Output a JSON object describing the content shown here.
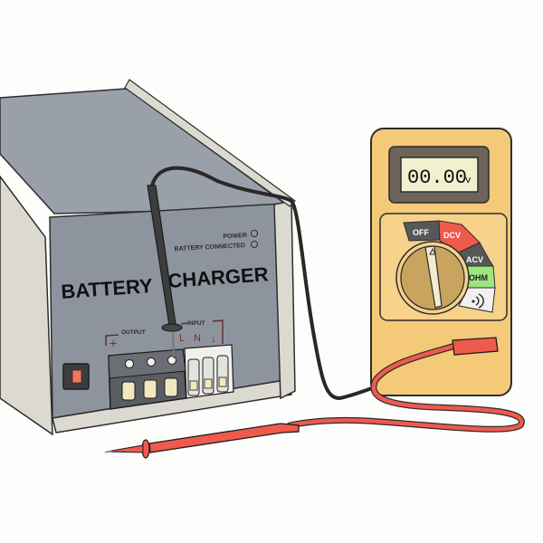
{
  "scene": {
    "background_color": "#fdfdfb"
  },
  "charger": {
    "title_left": "BATTERY",
    "title_right": "CHARGER",
    "indicators": [
      {
        "label": "POWER",
        "state": "off"
      },
      {
        "label": "BATTERY CONNECTED",
        "state": "off"
      }
    ],
    "terminal_labels": {
      "output": "OUTPUT",
      "input": "INPUT",
      "plus": "+",
      "l": "L",
      "n": "N",
      "earth": "⏚"
    },
    "power_switch": {
      "state": "on",
      "color": "#f4735f"
    },
    "colors": {
      "body": "#8e949e",
      "top": "#9aa0aa",
      "side_panel": "#dcdad0",
      "terminal_dark": "#5a5d63",
      "terminal_light": "#e8e8e4"
    }
  },
  "multimeter": {
    "display_value": "00.00",
    "display_unit": "v",
    "dial_positions": [
      {
        "label": "OFF",
        "color": "#555759",
        "text_color": "#ffffff"
      },
      {
        "label": "DCV",
        "color": "#ef5a4d",
        "text_color": "#ffffff"
      },
      {
        "label": "ACV",
        "color": "#555759",
        "text_color": "#ffffff"
      },
      {
        "label": "OHM",
        "color": "#9ee57e",
        "text_color": "#222222"
      },
      {
        "label": "continuity",
        "icon": "continuity-icon",
        "color": "#f1f1ee",
        "text_color": "#222222"
      }
    ],
    "selected_position": "OFF",
    "colors": {
      "body": "#f4c978",
      "face": "#f6d28a",
      "screen_bezel": "#6d6358",
      "screen": "#f3f0cf",
      "knob": "#c8a45f"
    }
  },
  "probes": {
    "black": {
      "color": "#3d3d3f"
    },
    "red": {
      "color": "#ef5a4d"
    }
  }
}
